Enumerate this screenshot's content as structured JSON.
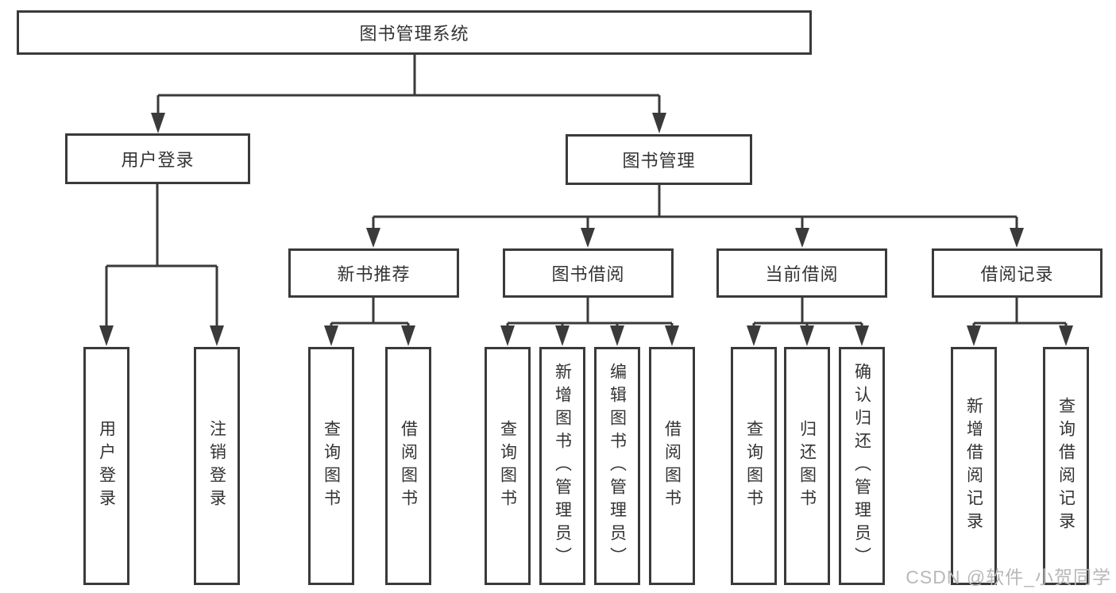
{
  "diagram": {
    "title": "图书管理系统",
    "root": {
      "label": "图书管理系统"
    },
    "level2": [
      {
        "label": "用户登录"
      },
      {
        "label": "图书管理"
      }
    ],
    "level3": [
      {
        "label": "新书推荐"
      },
      {
        "label": "图书借阅"
      },
      {
        "label": "当前借阅"
      },
      {
        "label": "借阅记录"
      }
    ],
    "leaves": {
      "login": [
        "用户登录",
        "注销登录"
      ],
      "recommend": [
        "查询图书",
        "借阅图书"
      ],
      "borrow": [
        "查询图书",
        "新增图书（管理员）",
        "编辑图书（管理员）",
        "借阅图书"
      ],
      "current": [
        "查询图书",
        "归还图书",
        "确认归还（管理员）"
      ],
      "records": [
        "新增借阅记录",
        "查询借阅记录"
      ]
    }
  },
  "watermark": "CSDN @软件_小贺同学",
  "colors": {
    "line": "#3a3a3a",
    "text": "#333333",
    "watermark": "#b8b8b8",
    "background": "#ffffff"
  }
}
